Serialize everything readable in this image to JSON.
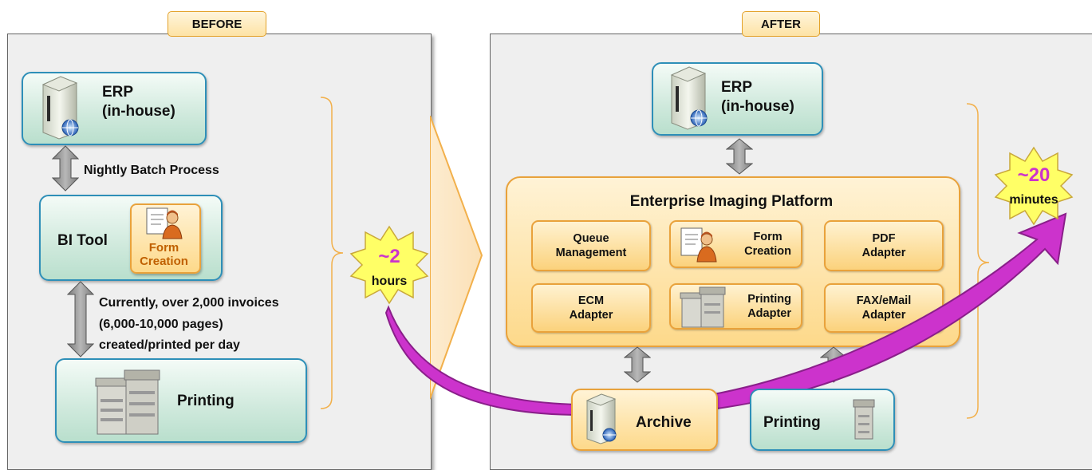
{
  "before": {
    "title": "BEFORE",
    "erp_line1": "ERP",
    "erp_line2": "(in-house)",
    "batch_label": "Nightly Batch Process",
    "bi_tool": "BI Tool",
    "form_line1": "Form",
    "form_line2": "Creation",
    "invoices_line1": "Currently, over 2,000 invoices",
    "invoices_line2": "(6,000-10,000 pages)",
    "invoices_line3": "created/printed per day",
    "printing": "Printing",
    "time_line1": "~2",
    "time_line2": "hours"
  },
  "after": {
    "title": "AFTER",
    "erp_line1": "ERP",
    "erp_line2": "(in-house)",
    "platform_title": "Enterprise Imaging Platform",
    "modules": {
      "queue_1": "Queue",
      "queue_2": "Management",
      "form_1": "Form",
      "form_2": "Creation",
      "pdf_1": "PDF",
      "pdf_2": "Adapter",
      "ecm_1": "ECM",
      "ecm_2": "Adapter",
      "print_1": "Printing",
      "print_2": "Adapter",
      "fax_1": "FAX/eMail",
      "fax_2": "Adapter"
    },
    "archive": "Archive",
    "printing": "Printing",
    "time_line1": "~20",
    "time_line2": "minutes"
  },
  "colors": {
    "accent_purple": "#cc33cc",
    "orange_border": "#e9a23b",
    "green_border": "#2e8fb8",
    "arrow_gray": "#8c8c8c",
    "star_yellow": "#ffff66"
  },
  "icons": [
    "server-globe-icon",
    "form-person-icon",
    "printer-icon"
  ]
}
